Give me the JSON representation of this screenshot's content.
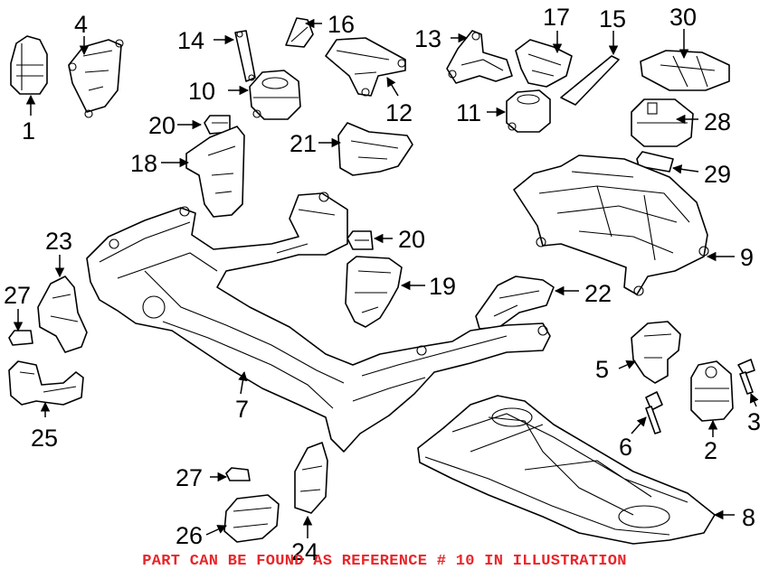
{
  "accent_color": "#e8262b",
  "caption": "PART CAN BE FOUND AS REFERENCE # 10 IN ILLUSTRATION",
  "callouts": [
    "1",
    "2",
    "3",
    "4",
    "5",
    "6",
    "7",
    "8",
    "9",
    "10",
    "11",
    "12",
    "13",
    "14",
    "15",
    "16",
    "17",
    "18",
    "19",
    "20",
    "20",
    "21",
    "22",
    "23",
    "24",
    "25",
    "26",
    "27",
    "27",
    "28",
    "29",
    "30"
  ]
}
